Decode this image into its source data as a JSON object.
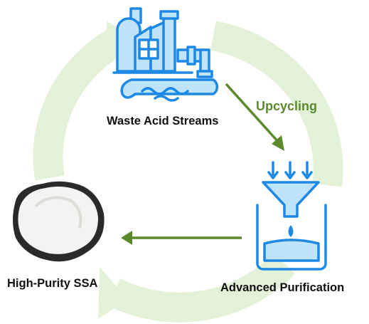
{
  "nodes": {
    "waste": {
      "label": "Waste Acid Streams",
      "icon": "factory-wastewater-icon"
    },
    "purification": {
      "label": "Advanced Purification",
      "icon": "funnel-filtration-icon"
    },
    "product": {
      "label": "High-Purity SSA",
      "icon": "white-powder-pile-icon"
    }
  },
  "edges": [
    {
      "from": "waste",
      "to": "purification",
      "label": "Upcycling"
    },
    {
      "from": "purification",
      "to": "product",
      "label": ""
    }
  ],
  "colors": {
    "cycle": "#e4f1d9",
    "arrow": "#5a8a2c",
    "icon_fill": "#bfe3fb",
    "icon_stroke": "#1e88e5",
    "text": "#111111"
  }
}
